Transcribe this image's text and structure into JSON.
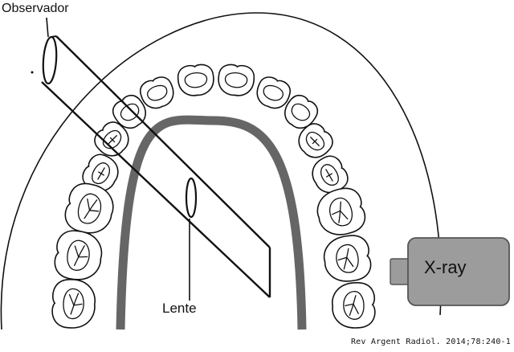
{
  "labels": {
    "observer": "Observador",
    "lens": "Lente",
    "xray": "X-ray"
  },
  "citation": "Rev Argent Radiol. 2014;78:240-1",
  "colors": {
    "background": "#ffffff",
    "line": "#111111",
    "palatal_arch": "#666666",
    "xray_box": "#8a8a8a",
    "xray_fill": "#9c9c9c"
  },
  "icons": {
    "observer_eye": "eye-ellipse-icon",
    "lens": "lens-ellipse-icon",
    "xray_source": "xray-tube-icon"
  }
}
